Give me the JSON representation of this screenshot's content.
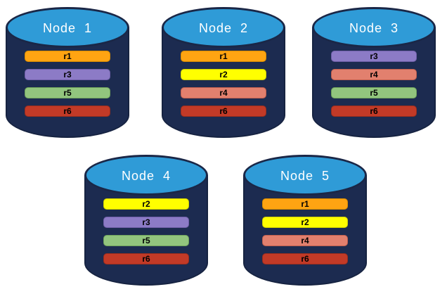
{
  "diagram": {
    "description": "Five database node cylinders, each containing four replica bars"
  },
  "colors": {
    "cylinder_body": "#1C2B50",
    "cylinder_top_fill": "#2F9BD7",
    "cylinder_outline": "#1A2747",
    "node_label_text": "#FFFFFF",
    "replica_label_text": "#000000",
    "replicas": {
      "r1": {
        "fill": "#FFA412",
        "border": "#D98C00"
      },
      "r2": {
        "fill": "#FFFF00",
        "border": "#CFCF00"
      },
      "r3": {
        "fill": "#8C7BC6",
        "border": "#6F5FA8"
      },
      "r4": {
        "fill": "#E2806E",
        "border": "#C05F4E"
      },
      "r5": {
        "fill": "#92C57E",
        "border": "#6FA35C"
      },
      "r6": {
        "fill": "#C23A27",
        "border": "#992D1E"
      }
    }
  },
  "nodes": [
    {
      "label": "Node  1",
      "replicas": [
        "r1",
        "r3",
        "r5",
        "r6"
      ]
    },
    {
      "label": "Node  2",
      "replicas": [
        "r1",
        "r2",
        "r4",
        "r6"
      ]
    },
    {
      "label": "Node  3",
      "replicas": [
        "r3",
        "r4",
        "r5",
        "r6"
      ]
    },
    {
      "label": "Node  4",
      "replicas": [
        "r2",
        "r3",
        "r5",
        "r6"
      ]
    },
    {
      "label": "Node  5",
      "replicas": [
        "r1",
        "r2",
        "r4",
        "r6"
      ]
    }
  ]
}
